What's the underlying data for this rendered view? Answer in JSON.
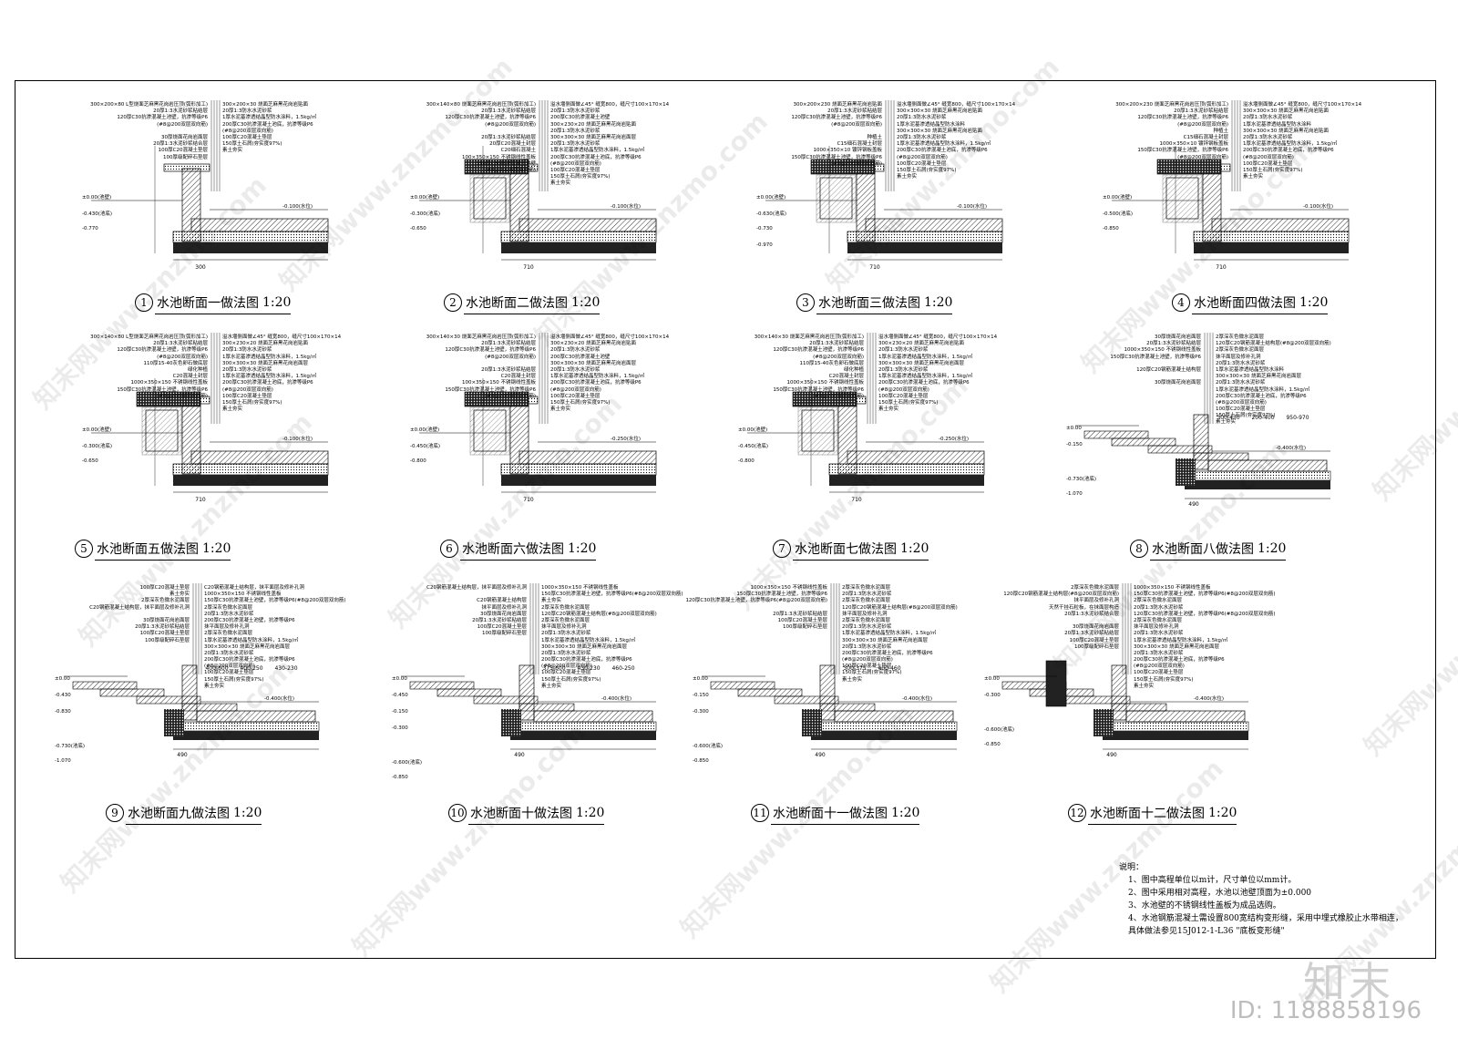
{
  "details": [
    {
      "num": "1",
      "title": "水池断面一做法图",
      "scale": "1:20",
      "dims": [
        "300"
      ],
      "left": [
        "300×200×80 L型烧面芝麻黑花岗岩压顶(弧形加工)",
        "20厚1:3水泥砂浆粘结层",
        "120厚C30抗渗混凝土池壁，抗渗等级P6",
        "(#8@200双层双向筋)",
        "",
        "30厚烧面花岗岩面层",
        "20厚1:3水泥砂浆结合层",
        "100厚C20混凝土垫层",
        "100厚级配碎石垫层"
      ],
      "right": [
        "300×200×30 烧面芝麻黑花岗岩贴面",
        "20厚1:3防水水泥砂浆",
        "1厚水泥基渗透结晶型防水涂料，1.5kg/㎡",
        "200厚C30抗渗混凝土池底，抗渗等级P6",
        "(#8@200双层双向筋)",
        "100厚C20混凝土垫层",
        "150厚土石屑(夯实度97%)",
        "素土夯实"
      ],
      "levels": [
        "±0.00(池壁)",
        "-0.430(池底)",
        "-0.770",
        "-0.100(水位)"
      ]
    },
    {
      "num": "2",
      "title": "水池断面二做法图",
      "scale": "1:20",
      "dims": [
        "710"
      ],
      "left": [
        "300×140×80 烧面芝麻黑花岗岩压顶(弧形加工)",
        "20厚1:3水泥砂浆粘结层",
        "120厚C30抗渗混凝土池壁，抗渗等级P6",
        "(#8@200双层双向筋)",
        "",
        "20厚1:3水泥砂浆粘结层",
        "20厚C20混凝土封层",
        "C20细石混凝土",
        "100×350×150 不锈钢线性盖板",
        "150厚C30抗渗混凝土池壁",
        "(#8@200双层双向筋)"
      ],
      "right": [
        "溢水堰侧面做∠45° 缝宽800，缝尺寸100×170×14",
        "20厚1:3防水水泥砂浆",
        "200厚C30抗渗混凝土池壁",
        "300×230×20 烧面芝麻黑花岗岩贴面",
        "20厚1:3防水水泥砂浆",
        "300×300×30 烧面芝麻黑花岗岩面层",
        "20厚1:3防水水泥砂浆",
        "1厚水泥基渗透结晶型防水涂料，1.5kg/㎡",
        "200厚C30抗渗混凝土池底，抗渗等级P6",
        "(#8@200双层双向筋)",
        "100厚C20混凝土垫层",
        "150厚土石屑(夯实度97%)",
        "素土夯实"
      ],
      "levels": [
        "±0.00(池壁)",
        "-0.300(池底)",
        "-0.650",
        "-0.100(水位)"
      ]
    },
    {
      "num": "3",
      "title": "水池断面三做法图",
      "scale": "1:20",
      "dims": [
        "710"
      ],
      "left": [
        "300×200×230 烧面芝麻黑花岗岩贴面",
        "20厚1:3水泥砂浆粘结层",
        "120厚C30抗渗混凝土池壁，抗渗等级P6",
        "(#8@200双层双向筋)",
        "",
        "种植土",
        "C15细石混凝土封层",
        "1000×350×10 镀锌钢板盖板",
        "150厚C30抗渗混凝土池壁，抗渗等级P6",
        "(#8@200双层双向筋)"
      ],
      "right": [
        "溢水堰侧面做∠45° 缝宽800，缝尺寸100×170×14",
        "300×300×30 烧面芝麻黑花岗岩贴面",
        "20厚1:3防水水泥砂浆",
        "1厚水泥基渗透结晶型防水涂料",
        "300×300×30 烧面芝麻黑花岗岩贴面",
        "20厚1:3防水水泥砂浆",
        "1厚水泥基渗透结晶型防水涂料，1.5kg/㎡",
        "200厚C30抗渗混凝土池底，抗渗等级P6",
        "(#8@200双层双向筋)",
        "100厚C20混凝土垫层",
        "150厚土石屑(夯实度97%)",
        "素土夯实"
      ],
      "levels": [
        "±0.00(池壁)",
        "-0.630(池底)",
        "-0.730",
        "-0.970",
        "-0.100(水位)"
      ]
    },
    {
      "num": "4",
      "title": "水池断面四做法图",
      "scale": "1:20",
      "dims": [
        "710"
      ],
      "left": [
        "300×200×230 烧面芝麻黑花岗岩压顶(弧形加工)",
        "20厚1:3水泥砂浆粘结层",
        "120厚C30抗渗混凝土池壁，抗渗等级P6",
        "(#8@200双层双向筋)",
        "种植土",
        "C15细石混凝土封层",
        "1000×350×10 镀锌钢板盖板",
        "150厚C30抗渗混凝土池壁，抗渗等级P6",
        "(#8@200双层双向筋)"
      ],
      "right": [
        "溢水堰侧面做∠45° 缝宽800，缝尺寸100×170×14",
        "300×300×30 烧面芝麻黑花岗岩贴面",
        "20厚1:3防水水泥砂浆",
        "1厚水泥基渗透结晶型防水涂料",
        "300×300×30 烧面芝麻黑花岗岩贴面",
        "20厚1:3防水水泥砂浆",
        "1厚水泥基渗透结晶型防水涂料，1.5kg/㎡",
        "200厚C30抗渗混凝土池底，抗渗等级P6",
        "(#8@200双层双向筋)",
        "100厚C20混凝土垫层",
        "150厚土石屑(夯实度97%)",
        "素土夯实"
      ],
      "levels": [
        "±0.00(池壁)",
        "-0.500(池底)",
        "-0.850",
        "-0.100(水位)"
      ]
    },
    {
      "num": "5",
      "title": "水池断面五做法图",
      "scale": "1:20",
      "dims": [
        "710"
      ],
      "left": [
        "300×140×80 L型烧面芝麻黑花岗岩压顶(弧形加工)",
        "20厚1:3水泥砂浆粘结层",
        "120厚C30抗渗混凝土池壁，抗渗等级P6",
        "(#8@200双层双向筋)",
        "110厚15-40灰色卵石做底层",
        "绿化种植",
        "C20混凝土封层",
        "1000×350×150 不锈钢线性盖板",
        "150厚C30抗渗混凝土池壁，抗渗等级P6",
        "(#8@200双层双向筋)"
      ],
      "right": [
        "溢水堰侧面做∠45° 缝宽800，缝尺寸100×170×14",
        "300×230×20 烧面芝麻黑花岗岩贴面",
        "20厚1:3防水水泥砂浆",
        "1厚水泥基渗透结晶型防水涂料，1.5kg/㎡",
        "300×300×30 烧面芝麻黑花岗岩面层",
        "20厚1:3防水水泥砂浆",
        "1厚水泥基渗透结晶型防水涂料，1.5kg/㎡",
        "200厚C30抗渗混凝土池底，抗渗等级P6",
        "(#8@200双层双向筋)",
        "100厚C20混凝土垫层",
        "150厚土石屑(夯实度97%)",
        "素土夯实"
      ],
      "levels": [
        "±0.00(池壁)",
        "-0.300(池底)",
        "-0.650",
        "-0.100(水位)"
      ]
    },
    {
      "num": "6",
      "title": "水池断面六做法图",
      "scale": "1:20",
      "dims": [
        "710"
      ],
      "left": [
        "300×140×30 烧面芝麻黑花岗岩压顶(弧形加工)",
        "20厚1:3水泥砂浆粘结层",
        "120厚C30抗渗混凝土池壁，抗渗等级P6",
        "(#8@200双层双向筋)",
        "",
        "20厚1:3水泥砂浆粘结层",
        "C20混凝土封层",
        "100×350×150 不锈钢线性盖板",
        "150厚C30抗渗混凝土池壁，抗渗等级P6",
        "(#8@200双层双向筋)"
      ],
      "right": [
        "溢水堰侧面做∠45° 缝宽800，缝尺寸100×170×14",
        "300×230×20 烧面芝麻黑花岗岩贴面",
        "20厚1:3防水水泥砂浆",
        "200厚C30抗渗混凝土池壁",
        "300×300×30 烧面芝麻黑花岗岩面层",
        "20厚1:3防水水泥砂浆",
        "1厚水泥基渗透结晶型防水涂料，1.5kg/㎡",
        "200厚C30抗渗混凝土池底，抗渗等级P6",
        "(#8@200双层双向筋)",
        "100厚C20混凝土垫层",
        "150厚土石屑(夯实度97%)",
        "素土夯实"
      ],
      "levels": [
        "±0.00(池壁)",
        "-0.450(池底)",
        "-0.800",
        "-0.250(水位)"
      ]
    },
    {
      "num": "7",
      "title": "水池断面七做法图",
      "scale": "1:20",
      "dims": [
        "710"
      ],
      "left": [
        "300×140×30 烧面芝麻黑花岗岩压顶(弧形加工)",
        "20厚1:3水泥砂浆粘结层",
        "120厚C30抗渗混凝土池壁，抗渗等级P6",
        "(#8@200双层双向筋)",
        "110厚15-40灰色卵石做底层",
        "绿化种植",
        "C20混凝土封层",
        "1000×350×150 不锈钢线性盖板",
        "150厚C30抗渗混凝土池壁，抗渗等级P6",
        "(#8@200双层双向筋)"
      ],
      "right": [
        "溢水堰侧面做∠45° 缝宽800，缝尺寸100×170×14",
        "300×230×20 烧面芝麻黑花岗岩贴面",
        "20厚1:3防水水泥砂浆",
        "1厚水泥基渗透结晶型防水涂料，1.5kg/㎡",
        "300×300×30 烧面芝麻黑花岗岩面层",
        "20厚1:3防水水泥砂浆",
        "1厚水泥基渗透结晶型防水涂料，1.5kg/㎡",
        "200厚C30抗渗混凝土池底，抗渗等级P6",
        "(#8@200双层双向筋)",
        "100厚C20混凝土垫层",
        "150厚土石屑(夯实度97%)",
        "素土夯实"
      ],
      "levels": [
        "±0.00(池壁)",
        "-0.450(池底)",
        "-0.800",
        "-0.250(水位)"
      ]
    },
    {
      "num": "8",
      "title": "水池断面八做法图",
      "scale": "1:20",
      "dims": [
        "490",
        "300-430",
        "200-400",
        "950-970"
      ],
      "left": [
        "30厚烧面花岗岩面层",
        "20厚1:3水泥砂浆粘结层",
        "1000×350×150 不锈钢线性盖板",
        "150厚C30抗渗混凝土池壁，抗渗等级P6",
        "",
        "120厚C20钢筋混凝土结构层",
        "",
        "30厚烧面花岗岩面层"
      ],
      "right": [
        "2厚深灰色微水泥面层",
        "120厚C20钢筋混凝土结构层(#8@200双层双向筋)",
        "2厚深灰色微水泥面层",
        "抹平面层及修补孔洞",
        "20厚1:3防水水泥砂浆",
        "1厚水泥基渗透结晶型防水涂料",
        "300×300×30 烧面芝麻黑花岗岩面层",
        "20厚1:3防水水泥砂浆",
        "1厚水泥基渗透结晶型防水涂料，1.5kg/㎡",
        "200厚C30抗渗混凝土池底，抗渗等级P6",
        "(#8@200双层双向筋)",
        "100厚C20混凝土垫层",
        "150厚土石屑(夯实度97%)",
        "素土夯实"
      ],
      "levels": [
        "±0.00",
        "-0.150",
        "-0.400(水位)",
        "-0.730(池底)",
        "-1.070"
      ]
    },
    {
      "num": "9",
      "title": "水池断面九做法图",
      "scale": "1:20",
      "dims": [
        "490",
        "400-600",
        "400-250",
        "430-230"
      ],
      "left": [
        "100厚C20混凝土垫层",
        "素土夯实",
        "2厚深灰色微水泥面层",
        "C20钢筋混凝土结构层，抹平面层及修补孔洞",
        "",
        "30厚烧面花岗岩面层",
        "20厚1:3水泥砂浆粘结层",
        "100厚C20混凝土垫层",
        "100厚级配碎石垫层"
      ],
      "right": [
        "C20钢筋混凝土结构层，抹平面层及修补孔洞",
        "1000×350×150 不锈钢线性盖板",
        "150厚C30抗渗混凝土池壁，抗渗等级P6(#8@200双层双向筋)",
        "2厚深灰色微水泥面层",
        "20厚1:3防水水泥砂浆",
        "200厚C30抗渗混凝土池壁，抗渗等级P6",
        "抹平面层及修补孔洞",
        "2厚深灰色微水泥面层",
        "1厚水泥基渗透结晶型防水涂料，1.5kg/㎡",
        "300×300×30 烧面芝麻黑花岗岩面层",
        "20厚1:3防水水泥砂浆",
        "200厚C30抗渗混凝土池底，抗渗等级P6",
        "(#8@200双层双向筋)",
        "100厚C20混凝土垫层",
        "150厚土石屑(夯实度97%)",
        "素土夯实"
      ],
      "levels": [
        "±0.00",
        "-0.430",
        "-0.830",
        "-0.400(水位)",
        "-0.730(池底)",
        "-1.070"
      ]
    },
    {
      "num": "10",
      "title": "水池断面十做法图",
      "scale": "1:20",
      "dims": [
        "490",
        "375-600",
        "430-230",
        "460-250"
      ],
      "left": [
        "C20钢筋混凝土结构层，抹平面层及修补孔洞",
        "",
        "C20钢筋混凝土结构层",
        "抹平面层及修补孔洞",
        "30厚烧面花岗岩面层",
        "20厚1:3水泥砂浆粘结层",
        "100厚C20混凝土垫层",
        "100厚级配碎石垫层"
      ],
      "right": [
        "1000×350×150 不锈钢线性盖板",
        "150厚C30抗渗混凝土池壁，抗渗等级P6(#8@200双层双向筋)",
        "素土夯实",
        "2厚深灰色微水泥面层",
        "120厚C20钢筋混凝土结构层(#8@200双层双向筋)",
        "2厚深灰色微水泥面层",
        "抹平面层及修补孔洞",
        "20厚1:3防水水泥砂浆",
        "1厚水泥基渗透结晶型防水涂料，1.5kg/㎡",
        "300×300×30 烧面芝麻黑花岗岩面层",
        "20厚1:3防水水泥砂浆",
        "200厚C30抗渗混凝土池底，抗渗等级P6",
        "(#8@200双层双向筋)",
        "100厚C20混凝土垫层",
        "150厚土石屑(夯实度97%)",
        "素土夯实"
      ],
      "levels": [
        "±0.00",
        "-0.450",
        "-0.150",
        "-0.300",
        "-0.400(水位)",
        "-0.600(池底)",
        "-0.850"
      ]
    },
    {
      "num": "11",
      "title": "水池断面十一做法图",
      "scale": "1:20",
      "dims": [
        "490",
        "300-375",
        "400-460"
      ],
      "left": [
        "1000×350×150 不锈钢线性盖板",
        "150厚C30抗渗混凝土池壁，抗渗等级P6",
        "120厚C30抗渗混凝土池壁，抗渗等级P6(#8@200双层双向筋)",
        "",
        "20厚1:3水泥砂浆粘结层",
        "100厚C20混凝土垫层",
        "100厚级配碎石垫层"
      ],
      "right": [
        "2厚深灰色微水泥面层",
        "20厚1:3防水水泥砂浆",
        "2厚深灰色微水泥面层",
        "120厚C20钢筋混凝土结构层(#8@200双层双向筋)",
        "抹平面层及修补孔洞",
        "2厚深灰色微水泥面层",
        "20厚1:3防水水泥砂浆",
        "1厚水泥基渗透结晶型防水涂料，1.5kg/㎡",
        "300×300×30 烧面芝麻黑花岗岩面层",
        "20厚1:3防水水泥砂浆",
        "200厚C30抗渗混凝土池底，抗渗等级P6",
        "(#8@200双层双向筋)",
        "100厚C20混凝土垫层",
        "150厚土石屑(夯实度97%)",
        "素土夯实"
      ],
      "levels": [
        "±0.00",
        "-0.150",
        "-0.300",
        "-0.400(水位)",
        "-0.600(池底)",
        "-0.850"
      ]
    },
    {
      "num": "12",
      "title": "水池断面十二做法图",
      "scale": "1:20",
      "dims": [
        "490"
      ],
      "left": [
        "2厚深灰色微水泥面层",
        "120厚C20钢筋混凝土结构层(#8@200双层双向筋)",
        "抹平面层及修补孔洞",
        "天然干挂石粒板，在抹面层构造",
        "20厚1:3水泥砂浆结合层",
        "",
        "30厚烧面花岗岩面层",
        "20厚1:3水泥砂浆粘结层",
        "100厚C20混凝土垫层",
        "100厚级配碎石垫层"
      ],
      "right": [
        "1000×350×150 不锈钢线性盖板",
        "150厚C30抗渗混凝土池壁，抗渗等级P6(#8@200双层双向筋)",
        "2厚深灰色微水泥面层",
        "20厚1:3防水水泥砂浆",
        "120厚C30抗渗混凝土池壁，抗渗等级P6(#8@200双层双向筋)",
        "2厚深灰色微水泥面层",
        "抹平面层及修补孔洞",
        "20厚1:3防水水泥砂浆",
        "1厚水泥基渗透结晶型防水涂料，1.5kg/㎡",
        "300×300×30 烧面芝麻黑花岗岩面层",
        "20厚1:3防水水泥砂浆",
        "200厚C30抗渗混凝土池底，抗渗等级P6",
        "(#8@200双层双向筋)",
        "100厚C20混凝土垫层",
        "150厚土石屑(夯实度97%)",
        "素土夯实"
      ],
      "levels": [
        "±0.00",
        "-0.300",
        "-0.400(水位)",
        "-0.600(池底)",
        "-0.850"
      ]
    }
  ],
  "notes": {
    "heading": "说明：",
    "items": [
      "1、图中高程单位以m计，尺寸单位以mm计。",
      "2、图中采用相对高程，水池以池壁顶面为±0.000",
      "3、水池壁的不锈钢线性盖板为成品选购。",
      "4、水池钢筋混凝土需设置800宽结构变形缝，采用中埋式橡胶止水带相连，",
      "具体做法参见15J012-1-L36 \"底板变形缝\""
    ]
  },
  "watermark": {
    "text": "知末网www.znzmo.com",
    "logo": "知末",
    "id": "ID: 1188858196"
  }
}
